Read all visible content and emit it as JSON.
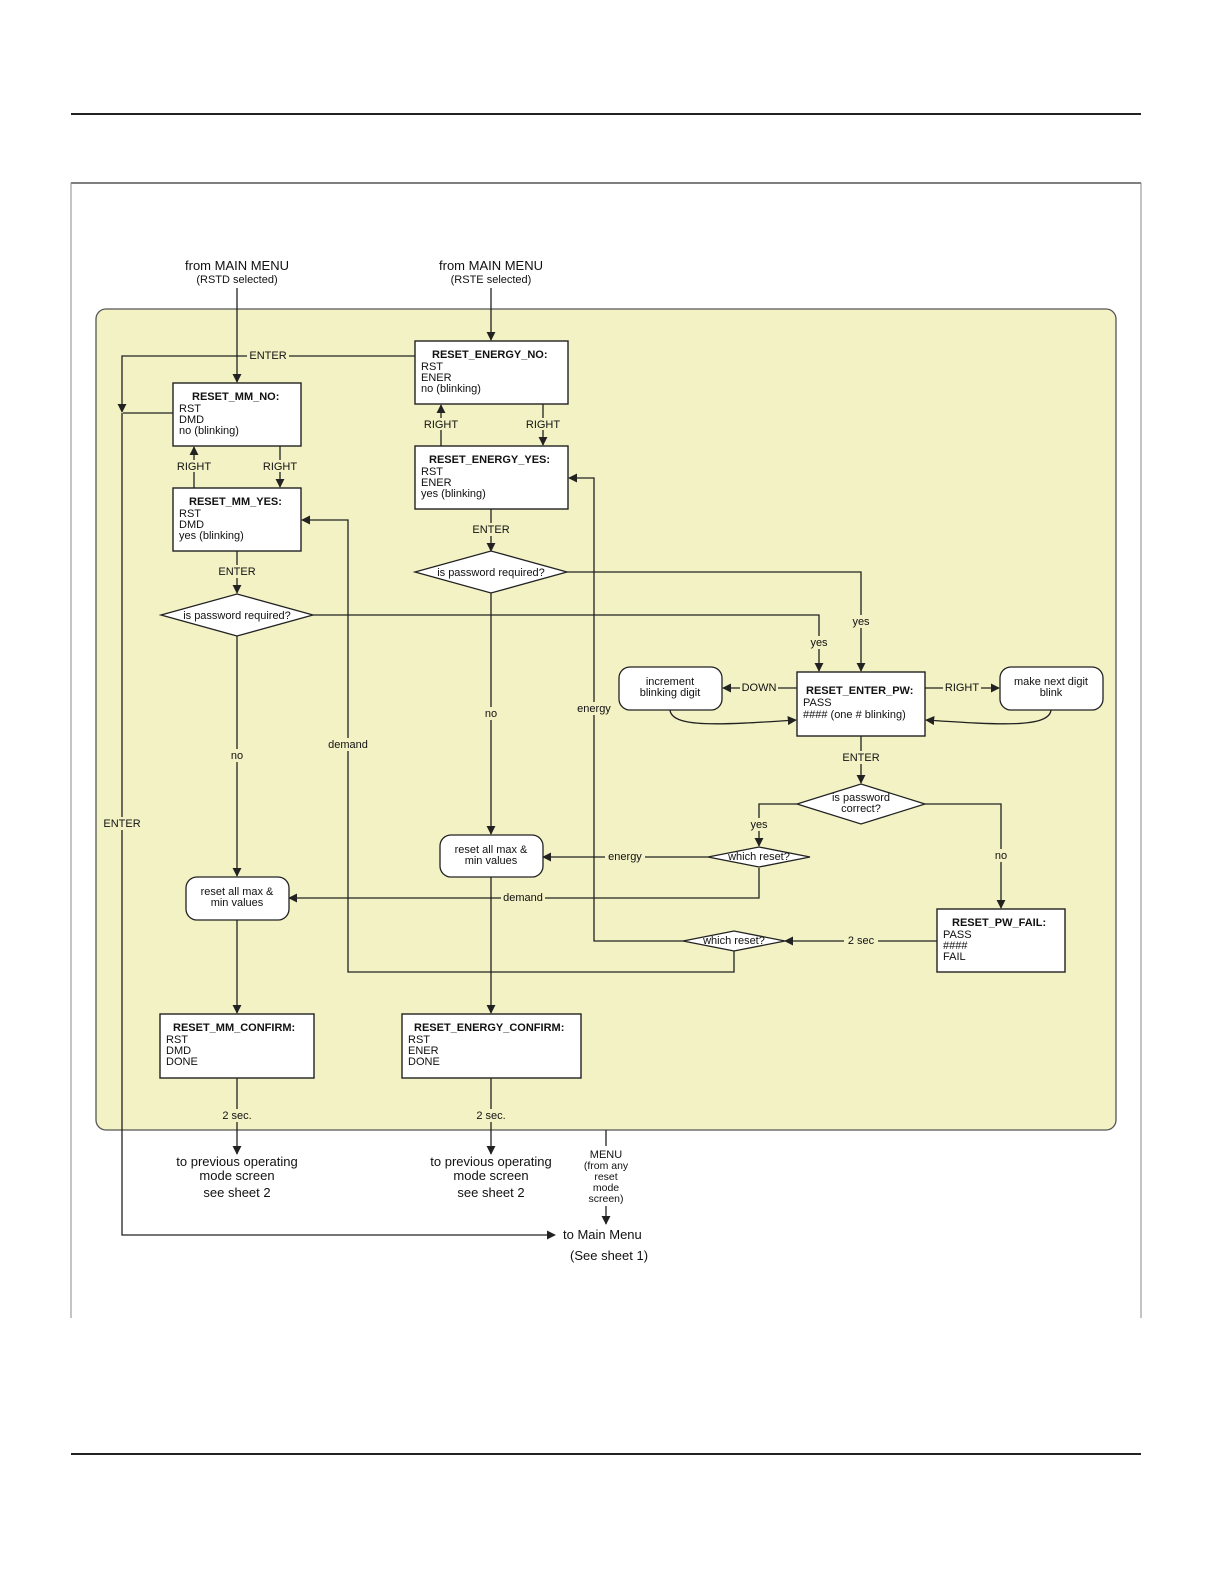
{
  "colors": {
    "panel_fill": "#f3f2c5",
    "panel_stroke": "#555555",
    "line": "#222222"
  },
  "entries": {
    "rstd_line1": "from MAIN MENU",
    "rstd_line2": "(RSTD selected)",
    "rste_line1": "from MAIN MENU",
    "rste_line2": "(RSTE selected)"
  },
  "states": {
    "reset_energy_no": {
      "title": "RESET_ENERGY_NO:",
      "lines": [
        "RST",
        "ENER",
        "no (blinking)"
      ]
    },
    "reset_energy_yes": {
      "title": "RESET_ENERGY_YES:",
      "lines": [
        "RST",
        "ENER",
        "yes (blinking)"
      ]
    },
    "reset_mm_no": {
      "title": "RESET_MM_NO:",
      "lines": [
        "RST",
        "DMD",
        "no (blinking)"
      ]
    },
    "reset_mm_yes": {
      "title": "RESET_MM_YES:",
      "lines": [
        "RST",
        "DMD",
        "yes (blinking)"
      ]
    },
    "reset_enter_pw": {
      "title": "RESET_ENTER_PW:",
      "lines": [
        "PASS",
        "#### (one # blinking)"
      ]
    },
    "reset_pw_fail": {
      "title": "RESET_PW_FAIL:",
      "lines": [
        "PASS",
        "####",
        "FAIL"
      ]
    },
    "reset_mm_confirm": {
      "title": "RESET_MM_CONFIRM:",
      "lines": [
        "RST",
        "DMD",
        "DONE"
      ]
    },
    "reset_energy_confirm": {
      "title": "RESET_ENERGY_CONFIRM:",
      "lines": [
        "RST",
        "ENER",
        "DONE"
      ]
    }
  },
  "decisions": {
    "pw_required_energy": "is password required?",
    "pw_required_mm": "is password required?",
    "pw_correct_line1": "is password",
    "pw_correct_line2": "correct?",
    "which_reset_1": "which reset?",
    "which_reset_2": "which reset?"
  },
  "actions": {
    "increment_line1": "increment",
    "increment_line2": "blinking digit",
    "next_digit_line1": "make next digit",
    "next_digit_line2": "blink",
    "reset_energy_vals_line1": "reset all max &",
    "reset_energy_vals_line2": "min values",
    "reset_mm_vals_line1": "reset all max &",
    "reset_mm_vals_line2": "min values"
  },
  "labels": {
    "enter_top": "ENTER",
    "right_e1": "RIGHT",
    "right_e2": "RIGHT",
    "right_m1": "RIGHT",
    "right_m2": "RIGHT",
    "enter_e": "ENTER",
    "enter_m": "ENTER",
    "yes_e": "yes",
    "yes_m": "yes",
    "no_e": "no",
    "no_m": "no",
    "down": "DOWN",
    "right_pw": "RIGHT",
    "energy_loop": "energy",
    "demand_loop": "demand",
    "enter_pw": "ENTER",
    "yes_c": "yes",
    "no_c": "no",
    "energy_c": "energy",
    "demand_c": "demand",
    "two_sec": "2 sec",
    "enter_left": "ENTER",
    "two_sec_mm": "2 sec.",
    "two_sec_e": "2 sec.",
    "menu_1": "MENU",
    "menu_2": "(from any",
    "menu_3": "reset",
    "menu_4": "mode",
    "menu_5": "screen)"
  },
  "exits": {
    "mm_line1": "to previous operating",
    "mm_line2": "mode screen",
    "mm_line3": "see sheet 2",
    "e_line1": "to previous operating",
    "e_line2": "mode screen",
    "e_line3": "see sheet 2",
    "main_menu": "to Main Menu",
    "see_sheet": "(See sheet 1)"
  }
}
